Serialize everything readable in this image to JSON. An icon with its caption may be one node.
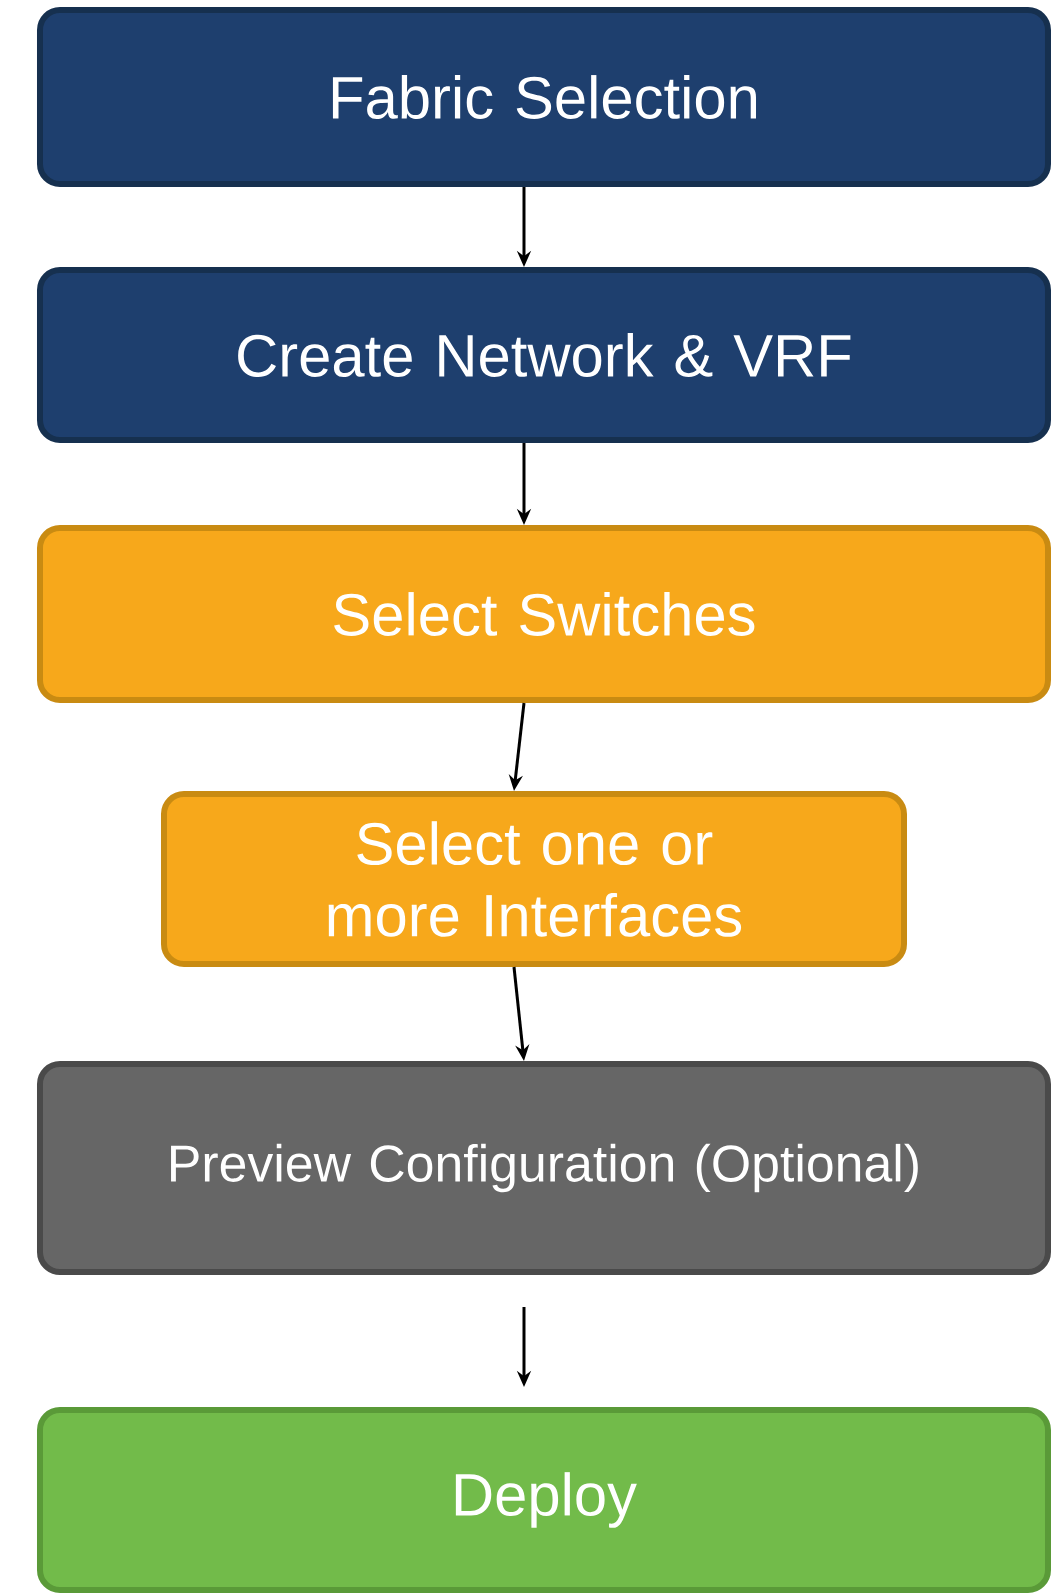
{
  "diagram": {
    "nodes": [
      {
        "text": [
          "Fabric Selection"
        ]
      },
      {
        "text": [
          "Create Network & VRF"
        ]
      },
      {
        "text": [
          "Select Switches"
        ]
      },
      {
        "text": [
          "Select one or more Interfaces"
        ]
      },
      {
        "text": [
          "Preview Configuration (Optional)"
        ]
      },
      {
        "text": [
          "Deploy"
        ]
      }
    ],
    "edges": [
      {
        "from": 0,
        "to": 1,
        "arrow": "to"
      },
      {
        "from": 1,
        "to": 2,
        "arrow": "to"
      },
      {
        "from": 2,
        "to": 3,
        "arrow": "to"
      },
      {
        "from": 3,
        "to": 4,
        "arrow": "to"
      },
      {
        "from": 4,
        "to": 5,
        "arrow": "to"
      }
    ]
  }
}
